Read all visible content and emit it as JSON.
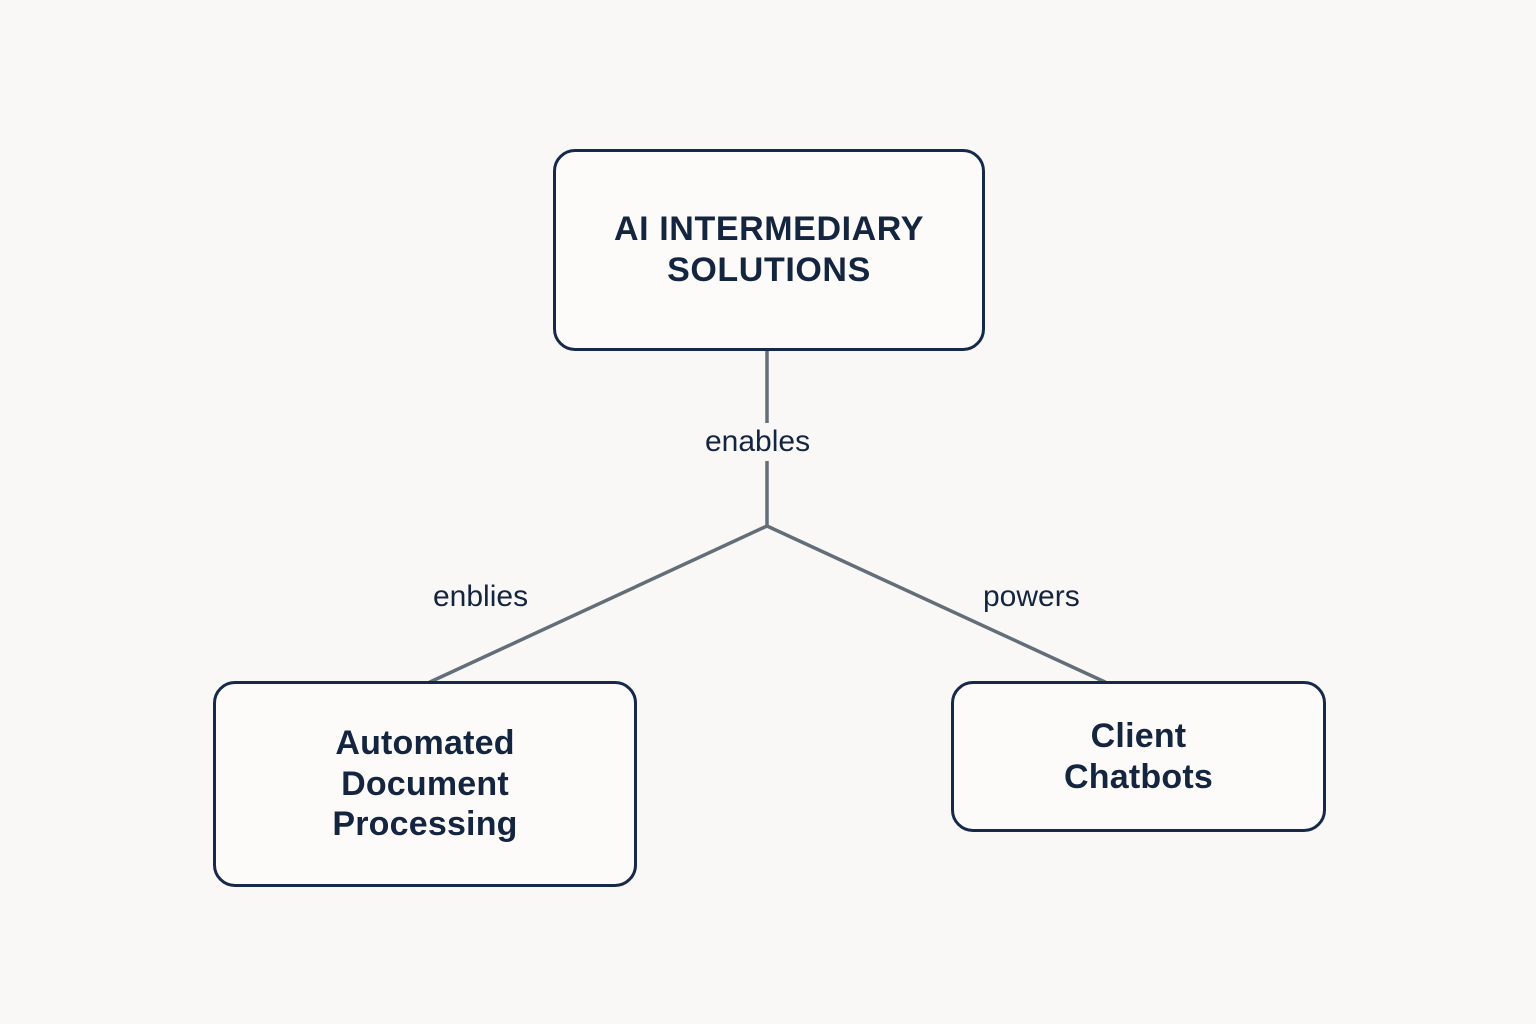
{
  "diagram": {
    "type": "tree",
    "background_color": "#faf8f6",
    "node_fill_color": "#fdfbf9",
    "node_border_color": "#16294a",
    "edge_color": "#646e78",
    "text_color": "#14253f",
    "nodes": [
      {
        "id": "root",
        "label": "AI INTERMEDIARY\nSOLUTIONS"
      },
      {
        "id": "docs",
        "label": "Automated\nDocument\nProcessing"
      },
      {
        "id": "chatbots",
        "label": "Client\nChatbots"
      }
    ],
    "edges": [
      {
        "id": "trunk",
        "from": "root",
        "to": "junction",
        "label": "enables"
      },
      {
        "id": "left",
        "from": "junction",
        "to": "docs",
        "label": "enblies"
      },
      {
        "id": "right",
        "from": "junction",
        "to": "chatbots",
        "label": "powers"
      }
    ]
  }
}
